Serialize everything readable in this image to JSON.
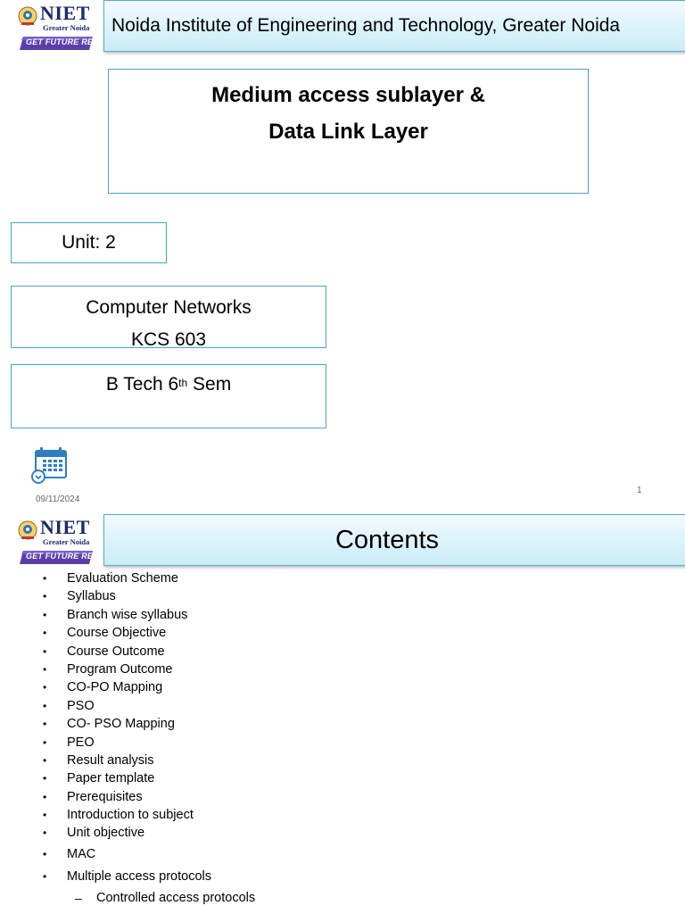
{
  "slide1": {
    "logo": {
      "name": "NIET",
      "location": "Greater Noida",
      "tagline": "GET FUTURE READY"
    },
    "header": "Noida Institute of Engineering and Technology, Greater Noida",
    "title_line1": "Medium access sublayer &",
    "title_line2": "Data Link Layer",
    "unit": "Unit: 2",
    "course_name": "Computer Networks",
    "course_code": "KCS 603",
    "semester_prefix": "B Tech 6",
    "semester_sup": "th",
    "semester_suffix": " Sem",
    "date": "09/11/2024",
    "slide_number": "1",
    "icon": "calendar-icon"
  },
  "slide2": {
    "logo": {
      "name": "NIET",
      "location": "Greater Noida",
      "tagline": "GET FUTURE READY"
    },
    "header": "Contents",
    "items": [
      "Evaluation Scheme",
      "Syllabus",
      "Branch wise syllabus",
      "Course Objective",
      "Course Outcome",
      "Program Outcome",
      "CO-PO Mapping",
      "PSO",
      "CO- PSO Mapping",
      "PEO",
      "Result analysis",
      "Paper template",
      "Prerequisites",
      "Introduction to subject",
      "Unit objective",
      "MAC",
      "Multiple access protocols"
    ],
    "subitems": [
      "Controlled access protocols"
    ],
    "bullet": "•",
    "sub_bullet": "–"
  },
  "colors": {
    "header_gradient_top": "#f3fbfe",
    "header_gradient_bottom": "#c9ecf8",
    "box_border": "#4aa3c7",
    "logo_navy": "#1d2a6b"
  }
}
